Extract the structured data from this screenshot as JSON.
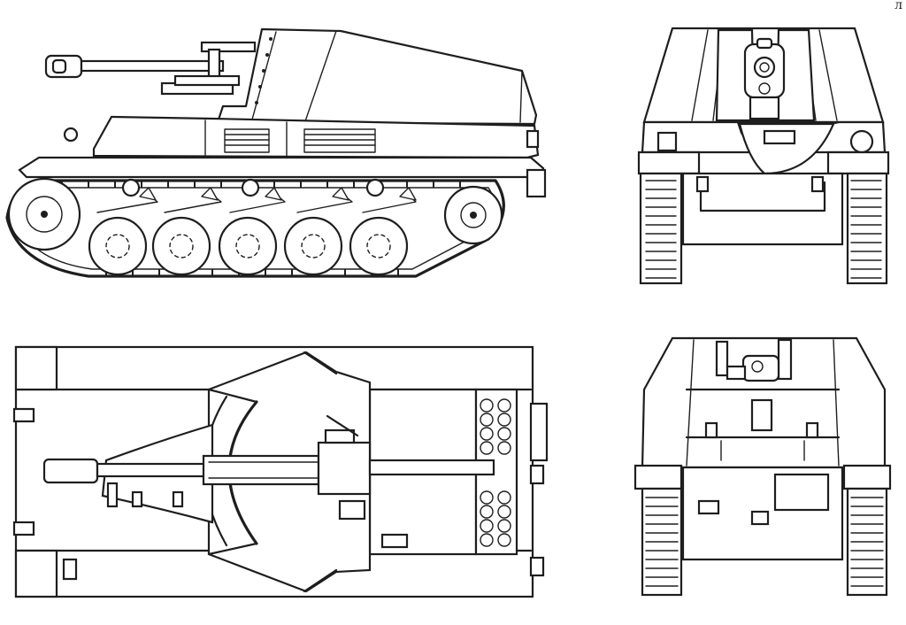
{
  "sheet": {
    "corner_mark": "л",
    "views": [
      {
        "id": "side",
        "icon": "tank-side-view-icon"
      },
      {
        "id": "front",
        "icon": "tank-front-view-icon"
      },
      {
        "id": "top",
        "icon": "tank-top-view-icon"
      },
      {
        "id": "rear",
        "icon": "tank-rear-view-icon"
      }
    ]
  },
  "colors": {
    "ink": "#1e1e1e",
    "paper": "#ffffff"
  }
}
